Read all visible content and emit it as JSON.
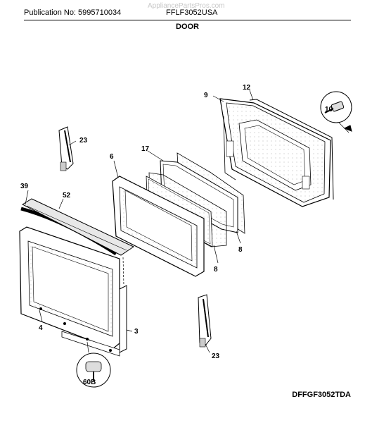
{
  "header": {
    "publication": "Publication No: 5995710034",
    "model": "FFLF3052USA",
    "watermark": "AppliancePartsPros.com",
    "section_title": "DOOR"
  },
  "footer": {
    "diagram_code": "DFFGF3052TDA"
  },
  "callouts": [
    "9",
    "12",
    "10",
    "23",
    "6",
    "17",
    "39",
    "52",
    "8",
    "8",
    "4",
    "3",
    "23",
    "60B"
  ]
}
